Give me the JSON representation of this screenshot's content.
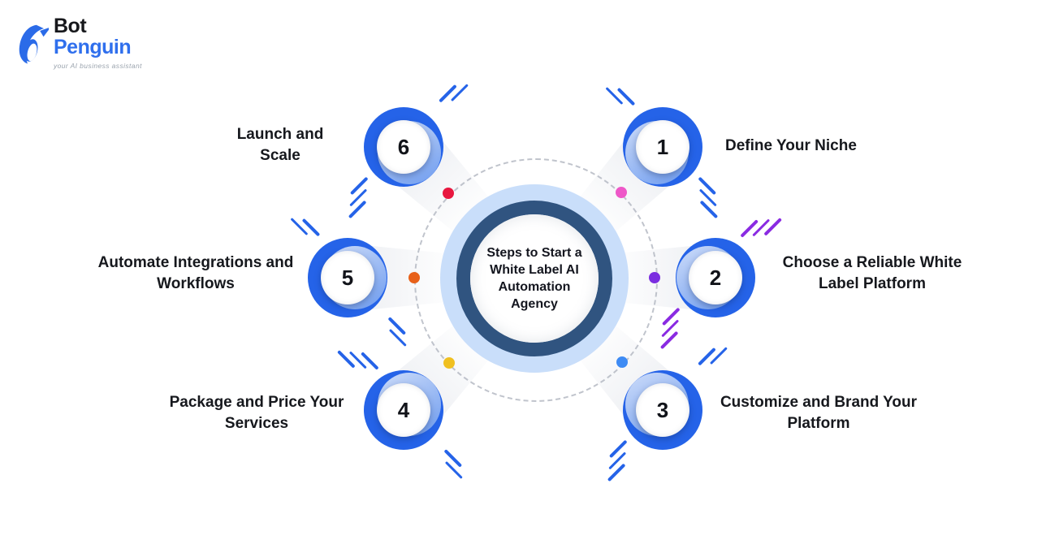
{
  "logo": {
    "name_top": "Bot",
    "name_bottom": "Penguin",
    "tagline": "your AI business assistant"
  },
  "center": {
    "title": "Steps to Start a White Label AI Automation Agency"
  },
  "steps": [
    {
      "number": "1",
      "label": "Define Your Niche",
      "hash_color": "#2563e8"
    },
    {
      "number": "2",
      "label": "Choose a Reliable White Label Platform",
      "hash_color": "#8a2be2"
    },
    {
      "number": "3",
      "label": "Customize and Brand Your Platform",
      "hash_color": "#2563e8"
    },
    {
      "number": "4",
      "label": "Package and Price Your Services",
      "hash_color": "#2563e8"
    },
    {
      "number": "5",
      "label": "Automate Integrations and Workflows",
      "hash_color": "#2563e8"
    },
    {
      "number": "6",
      "label": "Launch and Scale",
      "hash_color": "#2563e8"
    }
  ],
  "dots": [
    {
      "position": "top-left",
      "color": "#e8173f"
    },
    {
      "position": "top-right",
      "color": "#ee58c8"
    },
    {
      "position": "left",
      "color": "#e8611a"
    },
    {
      "position": "right",
      "color": "#7b2ee0"
    },
    {
      "position": "bottom-left",
      "color": "#f0c020"
    },
    {
      "position": "bottom-right",
      "color": "#3e8bf4"
    }
  ],
  "colors": {
    "step_ring_blue": "#2563e8",
    "step_crescent_light": "#a9c6f4",
    "center_outer_blue": "#c9defa",
    "center_ring_navy": "#305480",
    "dotted_orbit_gray": "#b6bac4",
    "label_text": "#16181d",
    "logo_blue": "#2f6fed"
  }
}
